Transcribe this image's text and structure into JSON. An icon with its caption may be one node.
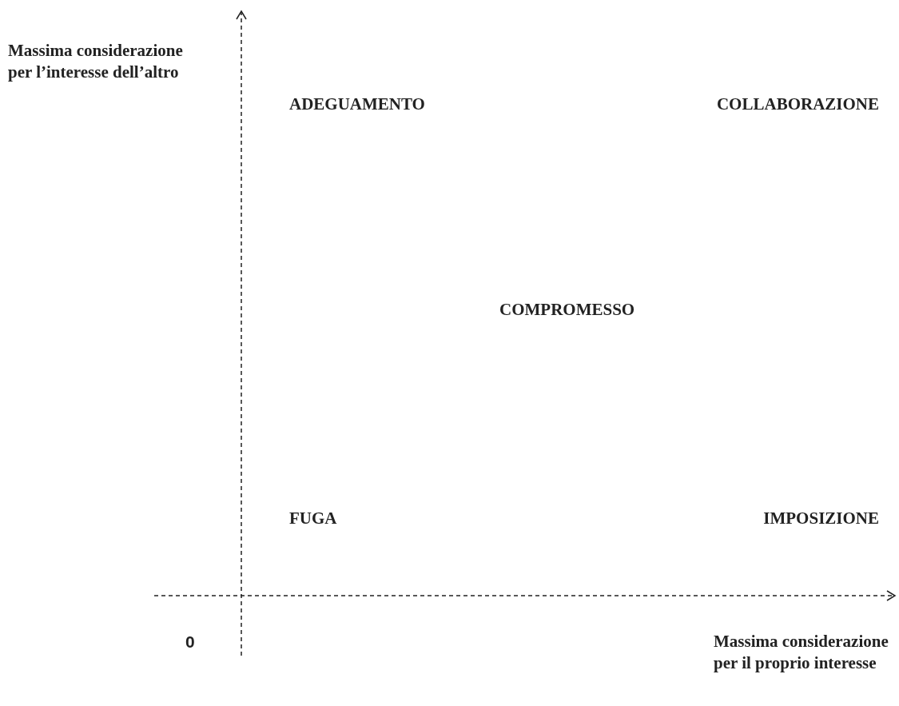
{
  "diagram": {
    "labels": [
      "Massima considerazione per l’interesse dell’altro",
      "ADEGUAMENTO",
      "COLLABORAZIONE",
      "COMPROMESSO",
      "FUGA",
      "IMPOSIZIONE",
      "0",
      "Massima considerazione per il proprio interesse"
    ]
  }
}
